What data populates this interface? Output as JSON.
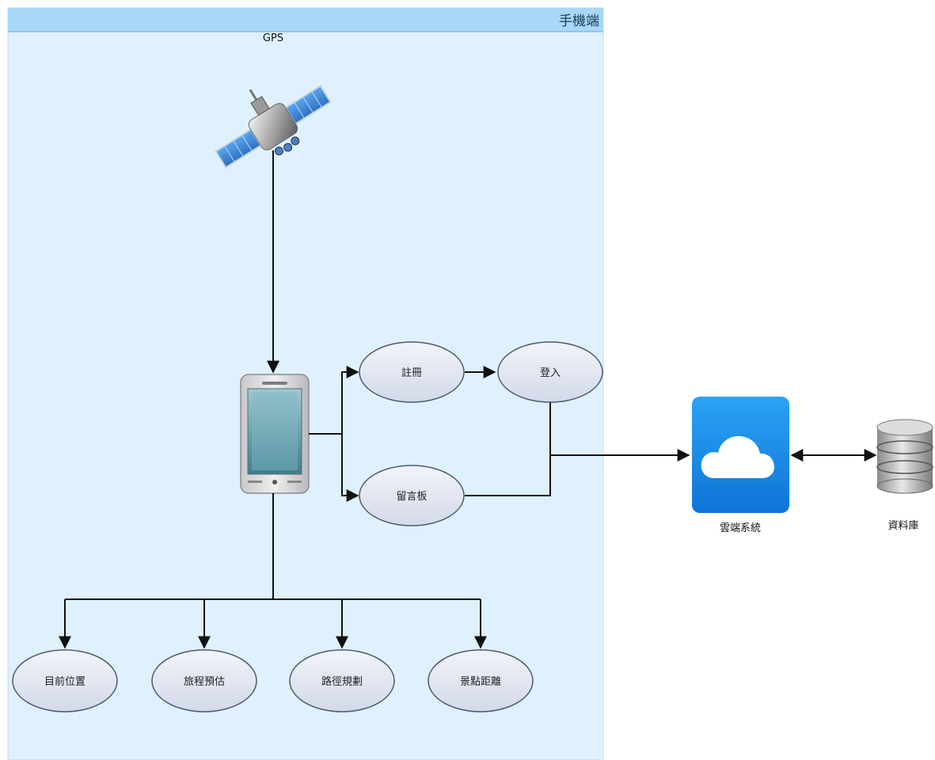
{
  "swimlane": {
    "title": "手機端"
  },
  "gps": {
    "label": "GPS",
    "icon": "satellite-icon"
  },
  "phone": {
    "icon": "smartphone-icon"
  },
  "nodes": {
    "register": "註冊",
    "login": "登入",
    "board": "留言板",
    "current_location": "目前位置",
    "trip_estimate": "旅程預估",
    "route_planning": "路徑規劃",
    "spot_distance": "景點距離"
  },
  "cloud": {
    "label": "雲端系統",
    "icon": "cloud-icon"
  },
  "database": {
    "label": "資料庫",
    "icon": "database-icon"
  },
  "colors": {
    "lane_fill": "#dff1fd",
    "lane_header": "#a9d8f7",
    "ellipse_fill": "#e4e8f2",
    "cloud_blue": "#1e8fe8"
  }
}
